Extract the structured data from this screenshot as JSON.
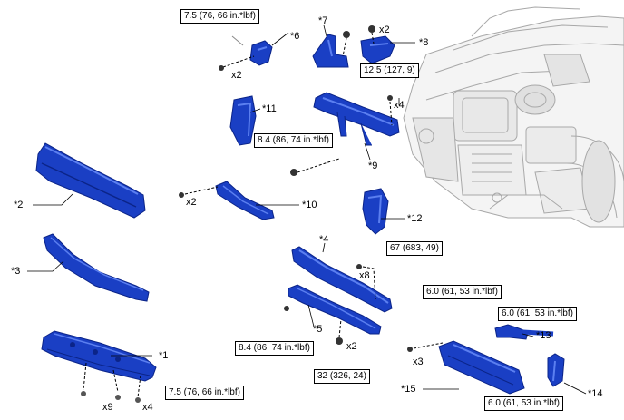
{
  "colors": {
    "part": "#1a3fc4",
    "part_dark": "#0b2488",
    "part_light": "#5b7ff0",
    "engine": "#b0b0b0",
    "line": "#000000"
  },
  "callouts": [
    "*1",
    "*2",
    "*3",
    "*4",
    "*5",
    "*6",
    "*7",
    "*8",
    "*9",
    "*10",
    "*11",
    "*12",
    "*13",
    "*14",
    "*15"
  ],
  "torques": {
    "t6": "7.5 (76, 66 in.*lbf)",
    "t9": "12.5 (127, 9)",
    "t11": "8.4 (86, 74 in.*lbf)",
    "t4": "67 (683, 49)",
    "t5": "8.4 (86, 74 in.*lbf)",
    "t4b": "32 (326, 24)",
    "t1": "7.5 (76, 66 in.*lbf)",
    "t15": "6.0 (61, 53 in.*lbf)",
    "t13": "6.0 (61, 53 in.*lbf)",
    "t14": "6.0 (61, 53 in.*lbf)"
  },
  "quantities": {
    "q6": "x2",
    "q8": "x2",
    "q9": "x4",
    "q10": "x2",
    "q4": "x8",
    "q4b": "x2",
    "q1a": "x9",
    "q1b": "x4",
    "q15": "x3"
  }
}
